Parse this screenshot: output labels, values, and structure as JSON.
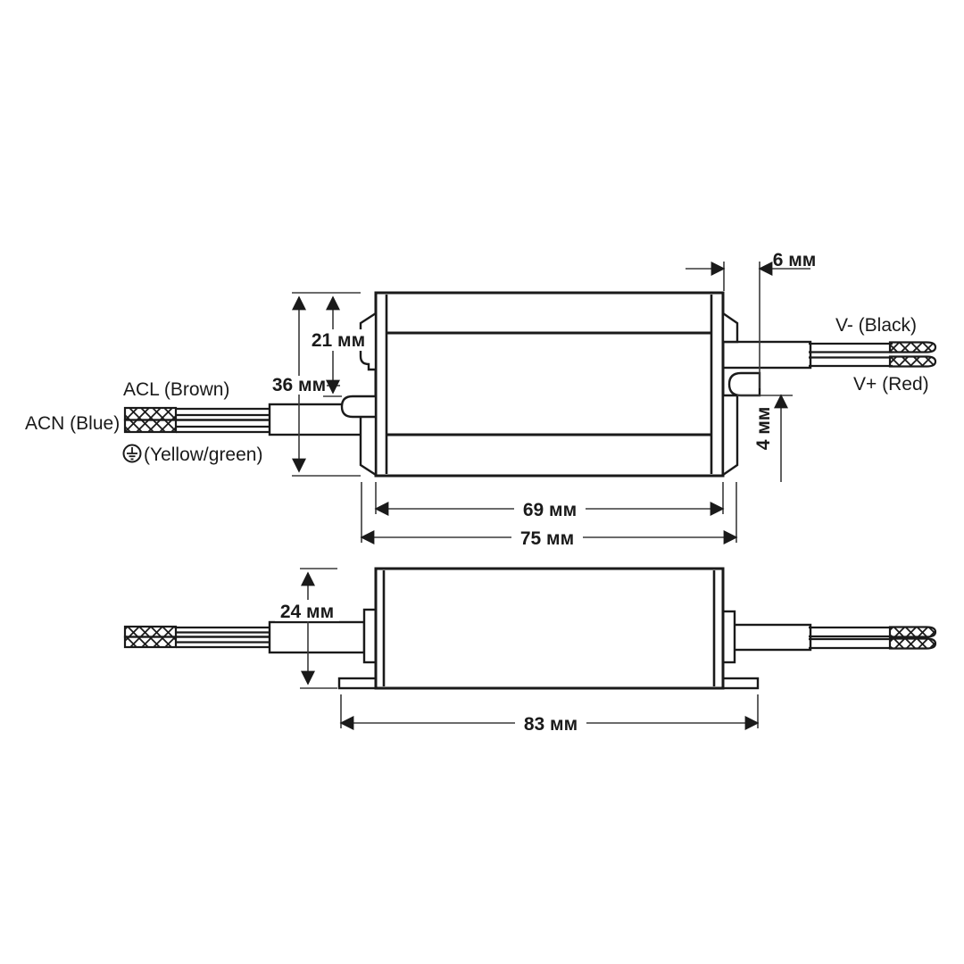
{
  "diagram": {
    "background_color": "#ffffff",
    "line_color": "#1a1a1a",
    "unit": "мм",
    "wire_labels": {
      "acl": "ACL (Brown)",
      "acn": "ACN (Blue)",
      "earth": "(Yellow/green)",
      "v_minus": "V- (Black)",
      "v_plus": "V+ (Red)"
    },
    "icons": {
      "earth_icon": "earth-ground-symbol"
    },
    "dimensions": {
      "height_to_hook": "21 мм",
      "body_height": "36 мм",
      "hook_offset": "6 мм",
      "hook_thickness": "4 мм",
      "body_length": "69 мм",
      "overall_length": "75 мм",
      "profile_height": "24 мм",
      "flange_length": "83 мм"
    },
    "views": {
      "side_view": "side view with input and output wires",
      "bottom_view": "bottom view with mounting flanges"
    }
  }
}
